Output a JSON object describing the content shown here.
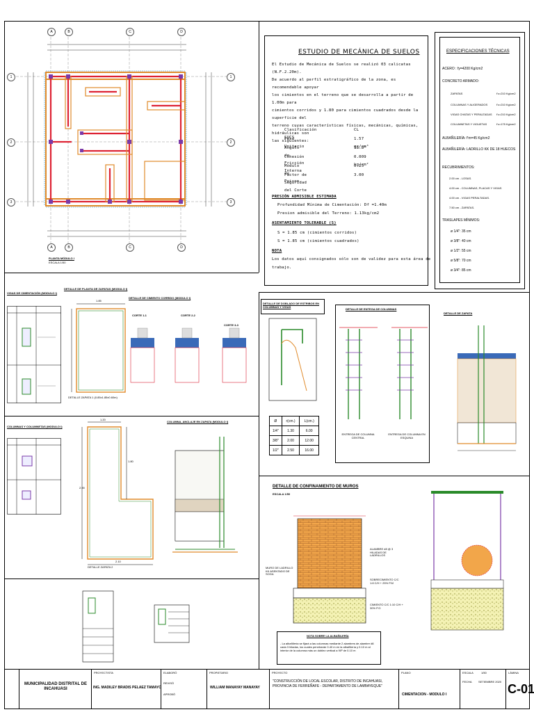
{
  "plan": {
    "axes_top": [
      "A",
      "B",
      "C",
      "D"
    ],
    "axes_side": [
      "1",
      "2",
      "3"
    ],
    "title": "PLANTA MÓDULO I",
    "scale": "ESCALA 1/50"
  },
  "soil": {
    "title": "ESTUDIO DE MECÁNICA DE SUELOS",
    "intro": [
      "El Estudio de Mecánica de Suelos se realizó 03 calicatas (N.F.2.20m).",
      "De acuerdo al perfil estratigráfico de la zona, es recomendable apoyar",
      "los cimientos en el terreno que se desarrolla a partir de 1.00m para",
      "cimientos corridos y 1.80 para cimientos cuadrados desde la superficie del",
      "terreno cuyas características físicas, mecánicas, químicas, hidráulicas son",
      "las siguientes:"
    ],
    "props": [
      {
        "k": "Clasificación SUCS",
        "v": "CL"
      },
      {
        "k": "Peso Unitario",
        "v": "1.57 gr/cm³"
      },
      {
        "k": "Angulo de Fricción Interna",
        "v": "18.8°"
      },
      {
        "k": "Cohesión",
        "v": "0.009 kg/cm²"
      },
      {
        "k": "Módulo de Poison",
        "v": "0.25"
      },
      {
        "k": "Factor de Seguridad del Corte",
        "v": "3.00"
      }
    ],
    "pressure_title": "PRESIÓN ADMISIBLE ESTIMADA",
    "pressure_lines": [
      "Profundidad Mínima de Cimentación: Df =1.40m",
      "Presion admisible del Terreno: 1.13kg/cm2"
    ],
    "settle_title": "ASENTAMIENTO TOLERABLE (S)",
    "settle_lines": [
      "S = 1.85 cm (cimientos corridos)",
      "S = 1.85 cm (cimientos cuadrados)"
    ],
    "note_title": "NOTA",
    "note_lines": [
      "Los datos aquí consignados sólo son de validez para esta área de",
      "trabajo."
    ]
  },
  "specs": {
    "title": "ESPECIFICACIONES TÉCNICAS",
    "acero": "ACERO : fy=4200 Kg/cm2",
    "concreto": "CONCRETO ARMADO:",
    "concreto_items": [
      {
        "k": "ZAPATAS",
        "v": "f'c=210 Kg/cm2"
      },
      {
        "k": "COLUMNAS Y ALIGERADOS",
        "v": "f'c=210 Kg/cm2"
      },
      {
        "k": "VIGAS CHATAS Y PERALTADAS",
        "v": "f'c=210 Kg/cm2"
      },
      {
        "k": "COLUMNETAS Y VIGUETAS",
        "v": "f'c=175 Kg/cm2"
      }
    ],
    "alb1": "ALBAÑILERÍA: f'm=45 Kg/cm2",
    "alb2": "ALBAÑILERÍA: LADRILLO KK DE 18 HUECOS",
    "recub_title": "RECUBRIMIENTOS:",
    "recub_items": [
      "2.00 cm - LOSAS.",
      "4.00 cm - COLUMNAS, PLACAS Y VIGAS",
      "4.00 cm - VIGAS PERALTADAS.",
      "7.50 cm - ZAPATAS."
    ],
    "tras_title": "TRASLAPES MÍNIMOS:",
    "tras_items": [
      "ø 1/4\": 35 cm",
      "ø 3/8\": 40 cm",
      "ø 1/2\": 55 cm",
      "ø 5/8\": 70 cm",
      "ø 3/4\": 85 cm"
    ]
  },
  "details": {
    "vigas_title": "VIGAS DE CIMENTACIÓN (MODULO I)",
    "zapatas_title": "DETALLE DE PLANTA DE ZAPATAS (MODULO I)",
    "cimiento_title": "DETALLE DE CIMIENTO CORRIDO (MODULO I)",
    "cortes": [
      "CORTE 1-1",
      "CORTE 2-2",
      "CORTE 3-3"
    ],
    "zapata1_label": "DETALLE ZAPATA 1 (0.85x1.85x0.60m)",
    "dim_185": "1.85",
    "columnas_title": "COLUMNAS Y COLUMNETAS (MODULO I)",
    "anclaje_title": "COLUMNA, ANCLAJE EN ZAPATA (MODULO I)",
    "zapata2_label": "DETALLE ZAPATA 2",
    "dim_120": "1.20",
    "dim_180": "1.80",
    "dim_210": "2.10",
    "dim_290": "2.90",
    "doblado_title": "DETALLE DE DOBLADO DE ESTRIBOS EN COLUMNAS Y VIGAS",
    "entrega_title": "DETALLE DE ENTEGA DE COLUMNAS",
    "entrega_central": "ENTREGA DE COLUMNA CENTRAL",
    "entrega_esquina": "ENTREGA DE COLUMNA EN ESQUINA",
    "zapata_title": "DETALLE DE ZAPATA",
    "confinamiento_title": "DETALLE DE CONFINAMIENTO DE MUROS",
    "escala": "ESCALA 1/50",
    "nota_alb_title": "NOTA SOBRE LA ALBAÑILERÍA",
    "nota_alb_text": "- La albañilería se fijará a las columnas mediante 2 alambres de alambre #8 cada 3 hiladas, los cuales penetrarán 0.40 m en la albañilería y 0.10 m al interior de la columna más un doblez vertical a 90º de 0.10 m",
    "muro_label": "MURO DE LADRILLO KK ASENTADO DE SOGA",
    "alambre_label": "ALAMBRE #8 @ 3 HILADAS DE LADRILLOS",
    "sobrecimiento_label": "SOBRECIMIENTO C/C 1:8 C/H + 25% P.M",
    "cimiento_label": "CIMIENTO C/C 1:10 C/H + 30% P.G"
  },
  "doblado_table": {
    "headers": [
      "Ø",
      "r(cm.)",
      "L(cm.)"
    ],
    "rows": [
      [
        "1/4\"",
        "1.30",
        "6.00"
      ],
      [
        "3/8\"",
        "2.00",
        "12.00"
      ],
      [
        "1/2\"",
        "2.50",
        "16.00"
      ]
    ]
  },
  "titleblock": {
    "entity": "MUNICIPALIDAD DISTRITAL DE INCAHUASI",
    "engineer": "ING. MADILEY BRADIS PELAEZ TAMAYO",
    "owner": "WILLIAM MANAYAY MANAYAY",
    "project": "\"CONSTRUCCIÓN DE LOCAL ESCOLAR, DISTRITO DE INCAHUASI, PROVINCIA DE FERREÑAFE - DEPARTAMENTO DE LAMBAYEQUE\"",
    "sheet_title": "CIMENTACION - MODULO I",
    "sheet_no": "C-01",
    "date": "SETIEMBRE 2020",
    "scale": "1/50",
    "small_labels": [
      "PROYECTISTA",
      "ELABORÓ",
      "REVISÓ",
      "APROBÓ",
      "PROPIETARIO",
      "PROYECTO",
      "PLANO",
      "ESCALA",
      "FECHA",
      "LÁMINA"
    ]
  }
}
